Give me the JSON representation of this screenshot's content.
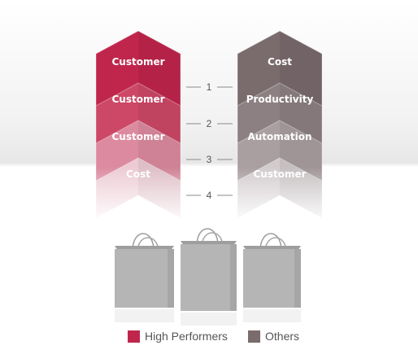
{
  "diagram": {
    "left_column": {
      "name": "High Performers",
      "items": [
        "Customer",
        "Customer",
        "Customer",
        "Cost"
      ]
    },
    "right_column": {
      "name": "Others",
      "items": [
        "Cost",
        "Productivity",
        "Automation",
        "Customer"
      ]
    },
    "ranks": [
      "1",
      "2",
      "3",
      "4"
    ]
  },
  "legend": {
    "items": [
      {
        "label": "High Performers",
        "color": "#c0264c"
      },
      {
        "label": "Others",
        "color": "#7a6b6d"
      }
    ]
  },
  "colors": {
    "high_performers_shades": [
      "#c0264c",
      "#cc4866",
      "#dc8a9f",
      "#eccbd4"
    ],
    "others_shades": [
      "#7a6b6d",
      "#8d8082",
      "#a99ea0",
      "#d2cbcd"
    ],
    "bag_fill": "#b5b5b5"
  }
}
